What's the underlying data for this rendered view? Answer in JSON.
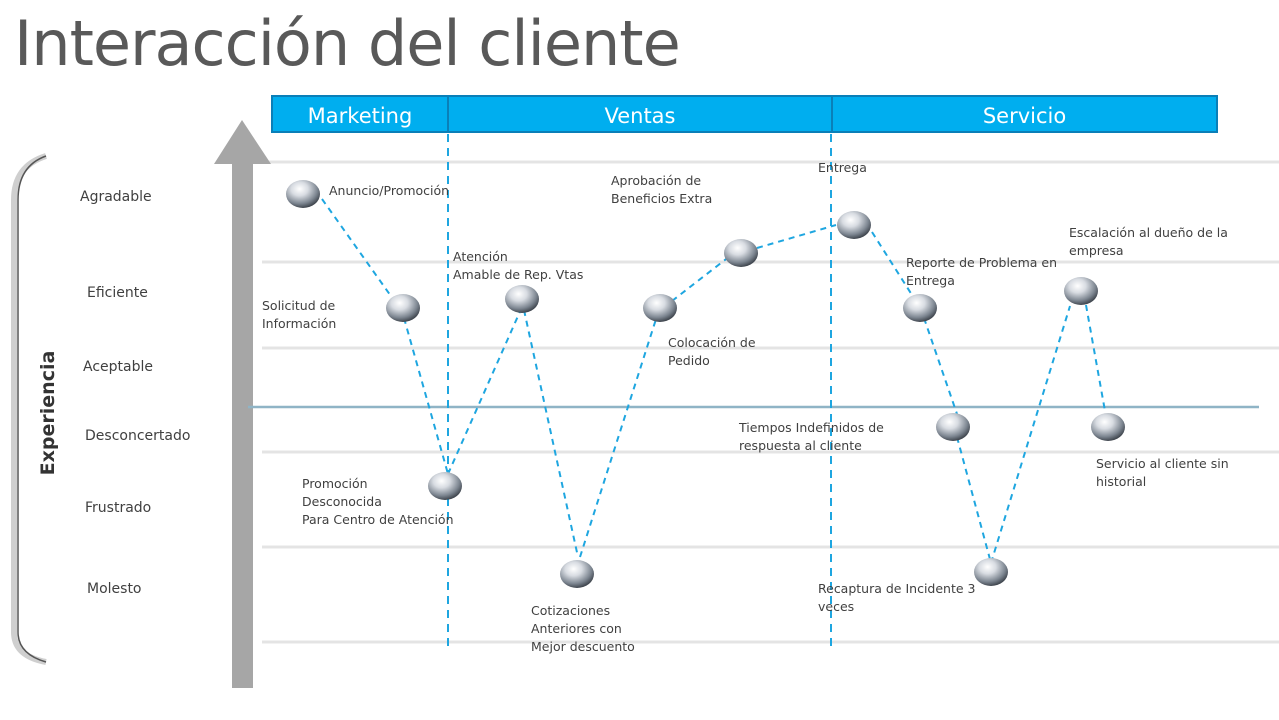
{
  "title": "Interacción del cliente",
  "phases": [
    "Marketing",
    "Ventas",
    "Servicio"
  ],
  "axis_title": "Experiencia",
  "levels": [
    "Agradable",
    "Eficiente",
    "Aceptable",
    "Desconcertado",
    "Frustrado",
    "Molesto"
  ],
  "notes": {
    "anuncio": [
      "Anuncio/Promoción"
    ],
    "solicitud": [
      "Solicitud de",
      "Información"
    ],
    "promocion": [
      "Promoción",
      "Desconocida",
      "Para Centro de Atención"
    ],
    "atencion": [
      "Atención",
      "Amable de Rep. Vtas"
    ],
    "cotizaciones": [
      "Cotizaciones",
      "Anteriores con",
      "Mejor descuento"
    ],
    "colocacion": [
      "Colocación de",
      "Pedido"
    ],
    "aprobacion": [
      "Aprobación de",
      "Beneficios Extra"
    ],
    "entrega": [
      "Entrega"
    ],
    "reporte": [
      "Reporte de Problema en",
      "Entrega"
    ],
    "tiempos": [
      "Tiempos Indefinidos de",
      "respuesta al cliente"
    ],
    "recaptura": [
      "Recaptura de Incidente 3",
      "veces"
    ],
    "escalacion": [
      "Escalación al dueño de la",
      "empresa"
    ],
    "servicio": [
      "Servicio al cliente sin",
      "historial"
    ]
  },
  "colors": {
    "phase_fill": "#00aeef",
    "connector": "#1ea6e0",
    "divider": "#1ea6e0",
    "baseline": "#6a9bb0",
    "arrow": "#a6a6a6"
  }
}
